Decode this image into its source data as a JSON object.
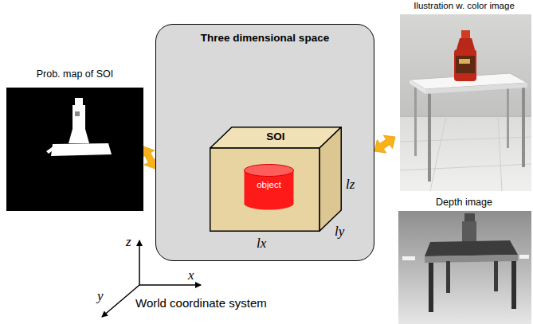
{
  "diagram": {
    "nodes": [
      {
        "text": [
          "Prob. map of SOI"
        ]
      },
      {
        "text": [
          "Three dimensional space"
        ]
      },
      {
        "text": [
          "SOI"
        ],
        "in": 1
      },
      {
        "text": [
          "object"
        ],
        "in": 2
      },
      {
        "text": [
          "Ilustration w. color image"
        ]
      },
      {
        "text": [
          "Depth image"
        ]
      }
    ],
    "edges": [
      {
        "from": 0,
        "to": 1,
        "arrow": "both"
      },
      {
        "from": 1,
        "to": 4,
        "arrow": "both"
      }
    ],
    "labels": [
      "lx",
      "ly",
      "lz",
      "z",
      "y",
      "x",
      "World coordinate system"
    ]
  }
}
